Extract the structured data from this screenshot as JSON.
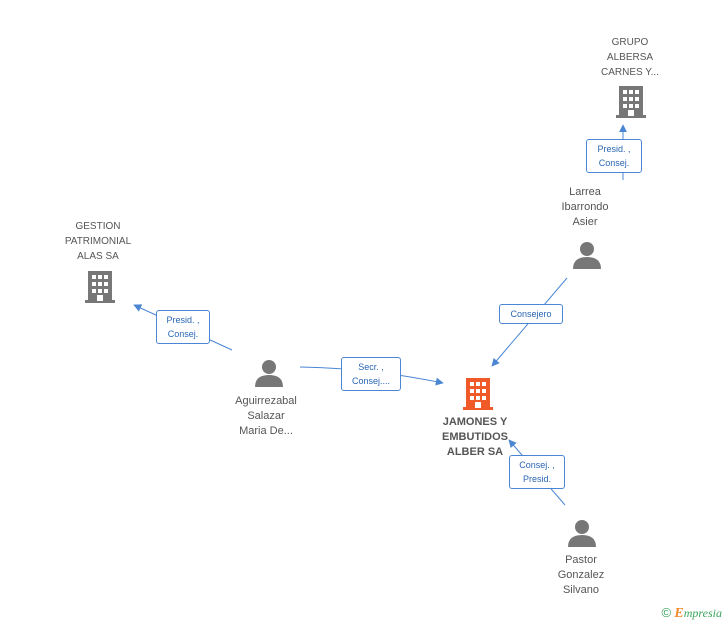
{
  "colors": {
    "edge": "#4a86d4",
    "node": "#777777",
    "highlight": "#f05a28"
  },
  "nodes": {
    "grupo_albersa": {
      "lines": [
        "GRUPO",
        "ALBERSA",
        "CARNES Y..."
      ],
      "icon": "building-icon"
    },
    "gestion_patrimonial": {
      "lines": [
        "GESTION",
        "PATRIMONIAL",
        "ALAS SA"
      ],
      "icon": "building-icon"
    },
    "jamones": {
      "lines": [
        "JAMONES Y",
        "EMBUTIDOS",
        "ALBER SA"
      ],
      "icon": "building-icon"
    },
    "larrea": {
      "lines": [
        "Larrea",
        "Ibarrondo",
        "Asier"
      ],
      "icon": "person-icon"
    },
    "aguirrezabal": {
      "lines": [
        "Aguirrezabal",
        "Salazar",
        "Maria De..."
      ],
      "icon": "person-icon"
    },
    "pastor": {
      "lines": [
        "Pastor",
        "Gonzalez",
        "Silvano"
      ],
      "icon": "person-icon"
    }
  },
  "edges": {
    "larrea_grupo": {
      "lines": [
        "Presid. ,",
        "Consej."
      ]
    },
    "larrea_jamones": {
      "lines": [
        "Consejero"
      ]
    },
    "aguirre_gestion": {
      "lines": [
        "Presid. ,",
        "Consej."
      ]
    },
    "aguirre_jamones": {
      "lines": [
        "Secr. ,",
        "Consej...."
      ]
    },
    "pastor_jamones": {
      "lines": [
        "Consej. ,",
        "Presid."
      ]
    }
  },
  "brand": {
    "symbol": "©",
    "initial": "E",
    "rest": "mpresia"
  }
}
